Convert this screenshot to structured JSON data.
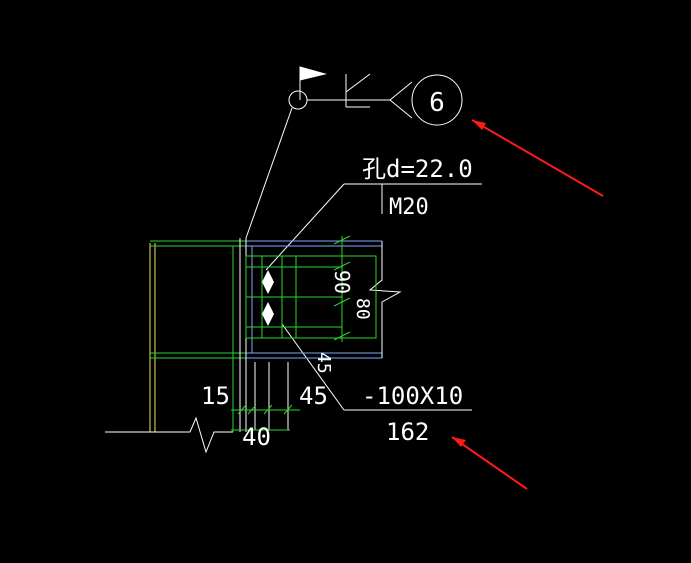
{
  "drawing": {
    "weld_symbol": {
      "reference_number": "6"
    },
    "labels": {
      "hole_diameter": "孔d=22.0",
      "bolt_spec": "M20",
      "plate_spec": "-100X10",
      "plate_length": "162",
      "dim_left_15": "15",
      "dim_45": "45",
      "dim_40_bottom": "40",
      "dim_90": "90",
      "dim_80": "80",
      "dim_45_vertical": "45"
    },
    "colors": {
      "background": "#000000",
      "line_white": "#ffffff",
      "line_green": "#2bd62b",
      "line_yellow": "#e6e65a",
      "line_blue": "#7aa7ff",
      "arrow_red": "#ff1a1a"
    }
  }
}
